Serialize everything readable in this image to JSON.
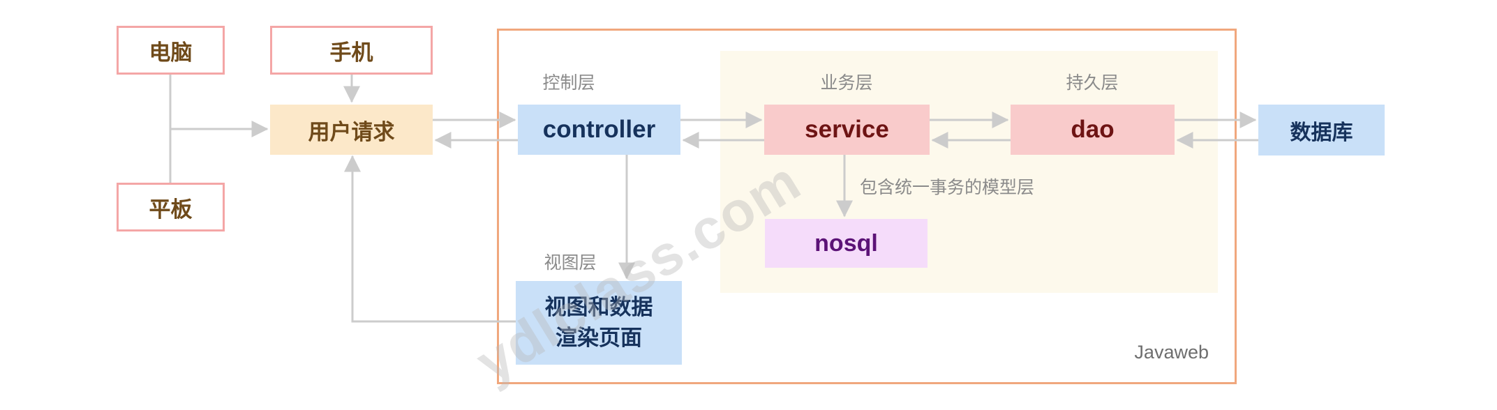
{
  "diagram": {
    "container_label": "Javaweb",
    "watermark": "ydlclass.com",
    "nodes": {
      "computer": {
        "label": "电脑"
      },
      "phone": {
        "label": "手机"
      },
      "tablet": {
        "label": "平板"
      },
      "user_request": {
        "label": "用户请求"
      },
      "controller": {
        "label": "controller"
      },
      "service": {
        "label": "service"
      },
      "dao": {
        "label": "dao"
      },
      "nosql": {
        "label": "nosql"
      },
      "database": {
        "label": "数据库"
      },
      "view_page": {
        "label_line1": "视图和数据",
        "label_line2": "渲染页面"
      }
    },
    "layer_labels": {
      "control": "控制层",
      "business": "业务层",
      "persistence": "持久层",
      "view": "视图层",
      "model_note": "包含统一事务的模型层"
    },
    "colors": {
      "device_border": "#f4a6a6",
      "device_text": "#6f4a1a",
      "request_fill": "#fce8c9",
      "blue_fill": "#c9e0f8",
      "blue_text": "#16325c",
      "pink_fill": "#f9cbcb",
      "pink_text": "#6e1414",
      "purple_fill": "#f5dcfa",
      "purple_text": "#5c1377",
      "cream_fill": "#fdf9ec",
      "container_border": "#f0a77d",
      "arrow_gray": "#cccccc",
      "label_gray": "#8a8a8a"
    }
  }
}
